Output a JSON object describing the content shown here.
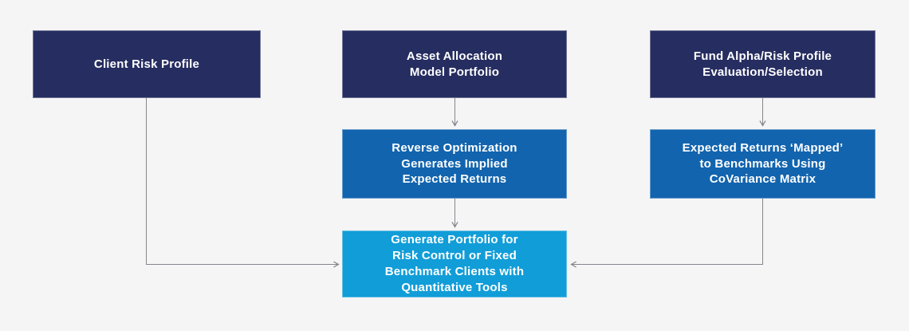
{
  "diagram": {
    "title": "portfolio-generation-flowchart",
    "colors": {
      "navy": "#262d60",
      "blue": "#1264ae",
      "light_blue": "#119dd8",
      "arrow": "#84868c",
      "background": "#f5f5f6",
      "text": "#ffffff"
    },
    "edges": [
      {
        "from": "client_risk",
        "to": "generate_portfolio",
        "shape": "elbow-down-right"
      },
      {
        "from": "asset_allocation",
        "to": "reverse_optimization",
        "shape": "straight-down"
      },
      {
        "from": "reverse_optimization",
        "to": "generate_portfolio",
        "shape": "straight-down"
      },
      {
        "from": "fund_alpha",
        "to": "expected_returns",
        "shape": "straight-down"
      },
      {
        "from": "expected_returns",
        "to": "generate_portfolio",
        "shape": "elbow-down-left"
      }
    ]
  },
  "nodes": {
    "client_risk": {
      "label": "Client Risk Profile"
    },
    "asset_allocation": {
      "label": "Asset Allocation\nModel Portfolio"
    },
    "fund_alpha": {
      "label": "Fund Alpha/Risk Profile\nEvaluation/Selection"
    },
    "reverse_optimization": {
      "label": "Reverse Optimization\nGenerates Implied\nExpected Returns"
    },
    "expected_returns": {
      "label": "Expected Returns ‘Mapped’\nto Benchmarks Using\nCoVariance Matrix"
    },
    "generate_portfolio": {
      "label": "Generate Portfolio for\nRisk Control or Fixed\nBenchmark Clients with\nQuantitative Tools"
    }
  }
}
